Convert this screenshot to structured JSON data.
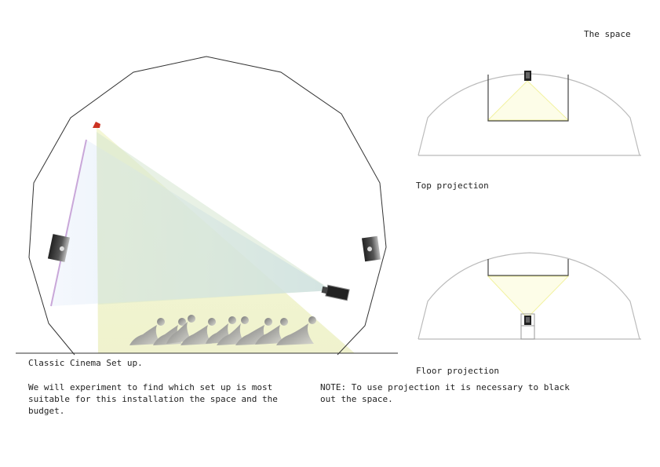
{
  "labels": {
    "the_space": "The space",
    "top_projection": "Top projection",
    "floor_projection": "Floor projection",
    "classic_setup": "Classic Cinema Set up.",
    "description": "We will experiment to find which set up is most\nsuitable for this installation the space and the\nbudget.",
    "note": "NOTE: To use projection it is necessary to black\nout the space."
  },
  "colors": {
    "dome_outline": "#333333",
    "light_yellow": "#f3f5cc",
    "light_blue": "#cfe0f5",
    "projector_red": "#cc3322",
    "screen_purple": "#c9a7d9",
    "small_dome": "#bbbbbb",
    "beam_yellow": "#f2f2a0",
    "audience_gray": "#8a8a80"
  }
}
